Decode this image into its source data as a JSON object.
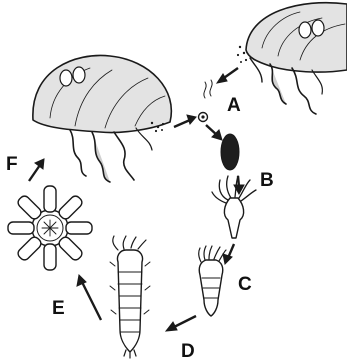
{
  "stage_labels": {
    "a": "A",
    "b": "B",
    "c": "C",
    "d": "D",
    "e": "E",
    "f": "F"
  },
  "colors": {
    "ink": "#1a1a1a",
    "bell_fill": "#e3e3e3",
    "bell_edge": "#ffffff",
    "dark_body": "#1e1e1e",
    "polyp_fill": "#ffffff"
  }
}
